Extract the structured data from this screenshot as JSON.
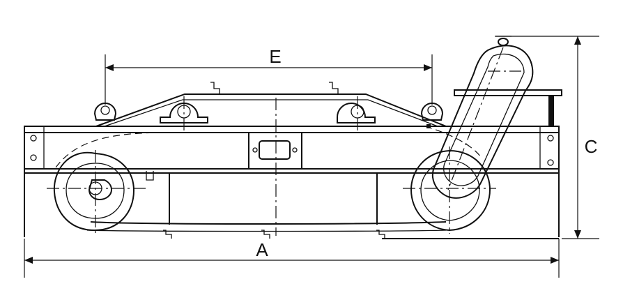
{
  "dimensions": {
    "a": "A",
    "c": "C",
    "e": "E"
  }
}
